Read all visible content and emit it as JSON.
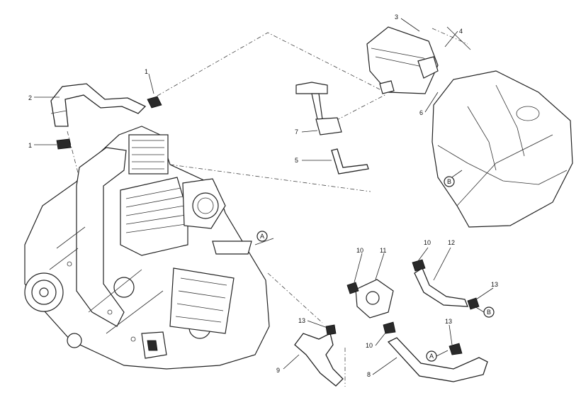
{
  "callouts": [
    "1",
    "2",
    "1",
    "3",
    "4",
    "6",
    "7",
    "5",
    "10",
    "11",
    "10",
    "12",
    "13",
    "13",
    "9",
    "10",
    "8",
    "13"
  ],
  "refs": [
    "A",
    "B",
    "B",
    "A"
  ]
}
